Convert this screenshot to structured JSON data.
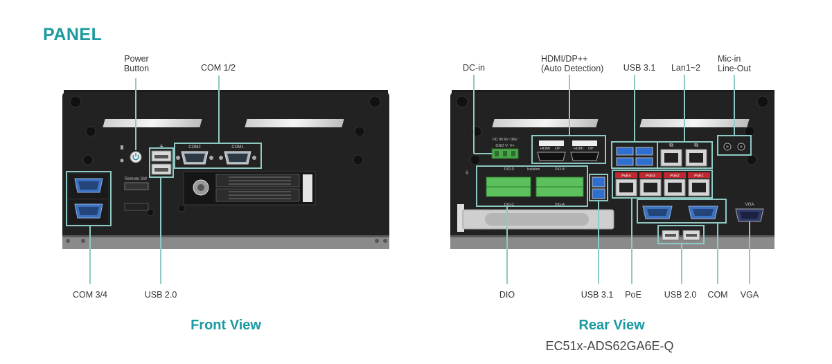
{
  "heading": "PANEL",
  "front": {
    "view_title": "Front View",
    "labels": {
      "power_button": "Power\nButton",
      "com12": "COM 1/2",
      "com34": "COM 3/4",
      "usb20": "USB 2.0"
    },
    "silk": {
      "com2": "COM2",
      "com1": "COM1",
      "remote_sw": "Remote SW",
      "usb_sym": "⭍"
    }
  },
  "rear": {
    "view_title": "Rear View",
    "model": "EC51x-ADS62GA6E-Q",
    "labels": {
      "dc_in": "DC-in",
      "hdmi_dp": "HDMI/DP++\n(Auto Detection)",
      "usb31_top": "USB 3.1",
      "lan": "Lan1~2",
      "mic_line": "Mic-in\nLine-Out",
      "dio": "DIO",
      "usb31_bottom": "USB 3.1",
      "poe": "PoE",
      "usb20": "USB 2.0",
      "com": "COM",
      "vga": "VGA"
    },
    "silk": {
      "dc_text": "DC IN 9V~36V",
      "dc_pins": "GND V- V+",
      "hdmi1": "HDMI",
      "dp1": "DP",
      "hdmi2": "HDMI",
      "dp2": "DP",
      "poe4": "PoE4",
      "poe3": "PoE3",
      "poe2": "PoE2",
      "poe1": "PoE1",
      "vga": "VGA",
      "dio_d": "DIO-D",
      "dio_b": "DIO-B",
      "dio_c": "DIO-C",
      "dio_a": "DIO-A",
      "isolation": "Isolation"
    }
  },
  "colors": {
    "accent": "#1a9aa0",
    "chassis": "#202020",
    "callout": "#8fc9c4"
  }
}
